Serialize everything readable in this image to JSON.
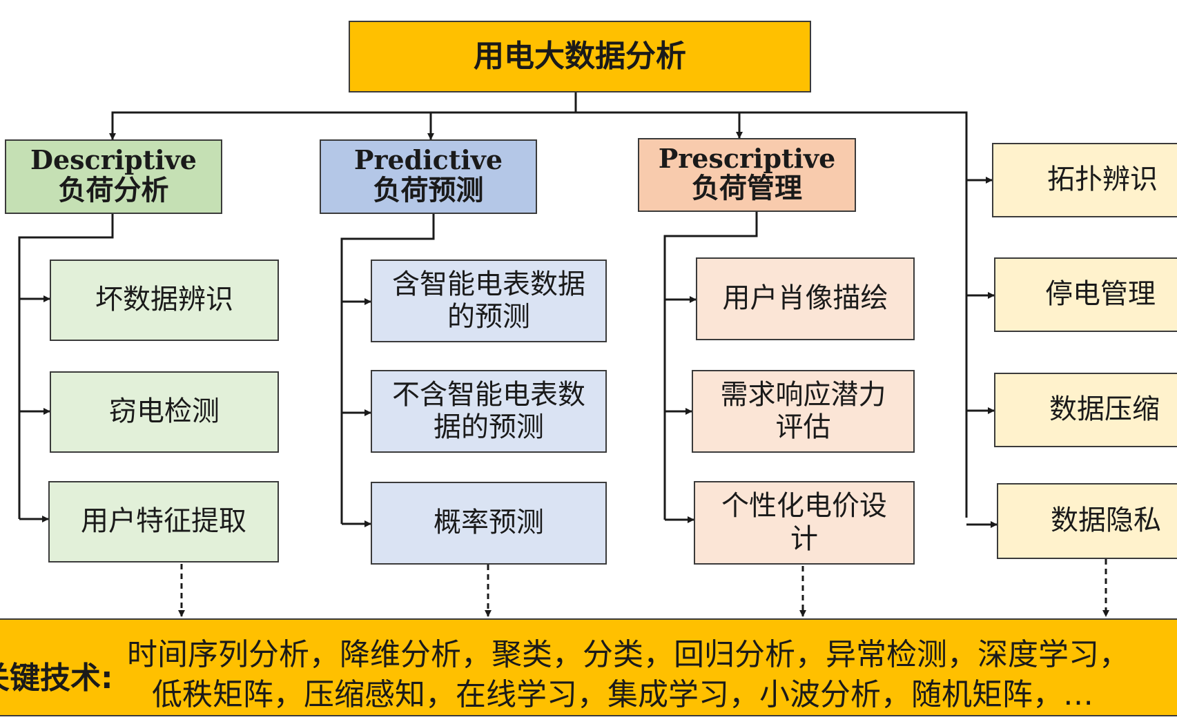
{
  "title": "用电大数据分析",
  "categories": [
    {
      "en": "Descriptive",
      "zh": "负荷分析",
      "items": [
        "坏数据辨识",
        "窃电检测",
        "用户特征提取"
      ]
    },
    {
      "en": "Predictive",
      "zh": "负荷预测",
      "items": [
        "含智能电表数据的预测",
        "不含智能电表数据的预测",
        "概率预测"
      ]
    },
    {
      "en": "Prescriptive",
      "zh": "负荷管理",
      "items": [
        "用户肖像描绘",
        "需求响应潜力评估",
        "个性化电价设计"
      ]
    },
    {
      "items": [
        "拓扑辨识",
        "停电管理",
        "数据压缩",
        "数据隐私"
      ]
    }
  ],
  "key_tech": {
    "label": "关键技术:",
    "line1": "时间序列分析，降维分析，聚类，分类，回归分析，异常检测，深度学习，",
    "line2": "低秩矩阵，压缩感知，在线学习，集成学习，小波分析，随机矩阵，…"
  },
  "colors": {
    "title": "#ffc000",
    "descriptive_head": "#c5e0b4",
    "descriptive_leaf": "#e2f0d9",
    "predictive_head": "#b4c7e7",
    "predictive_leaf": "#dae3f3",
    "prescriptive_head": "#f8cbad",
    "prescriptive_leaf": "#fbe5d6",
    "other_leaf": "#fff2cc",
    "key_tech": "#ffc000"
  }
}
